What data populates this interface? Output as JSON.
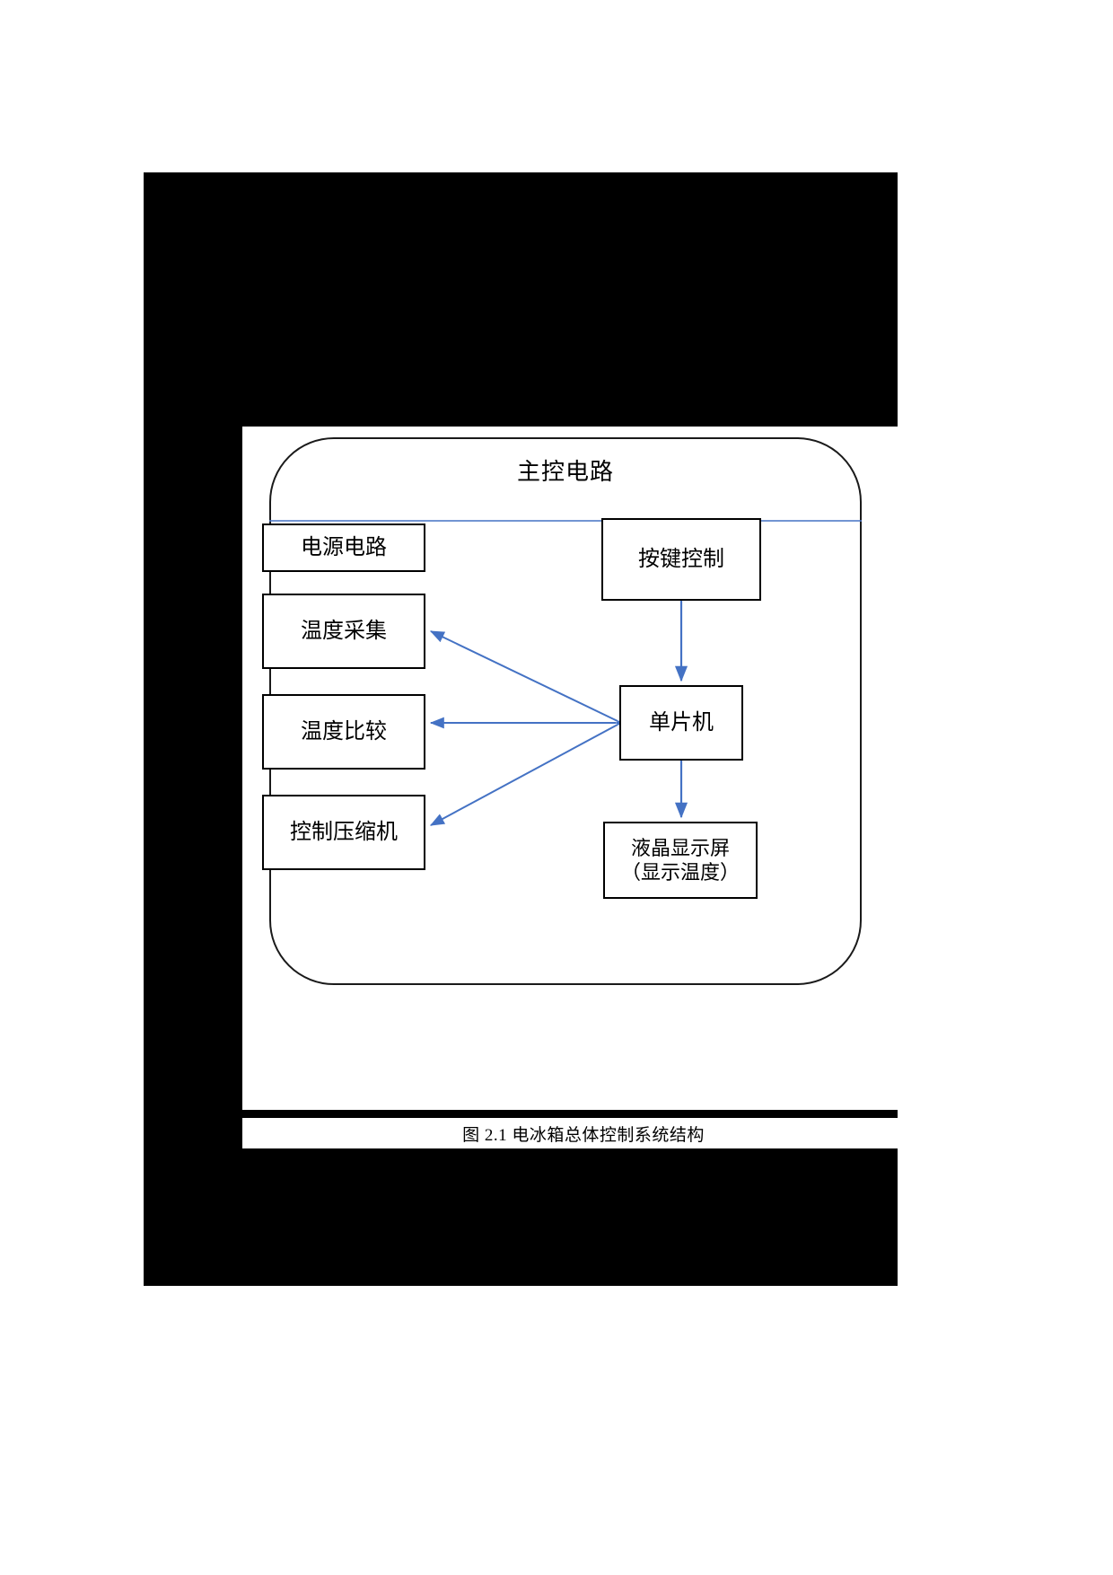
{
  "figure": {
    "caption": "图  2.1  电冰箱总体控制系统结构",
    "container_title": "主控电路",
    "accent_color": "#4472C4",
    "stroke_color": "#000000",
    "nodes": {
      "power_circuit": "电源电路",
      "temperature_acquisition": "温度采集",
      "temperature_comparison": "温度比较",
      "compressor_control": "控制压缩机",
      "key_control": "按键控制",
      "mcu": "单片机",
      "lcd_line1": "液晶显示屏",
      "lcd_line2": "（显示温度）"
    },
    "connections": [
      {
        "from": "按键控制",
        "to": "单片机",
        "direction": "one-way"
      },
      {
        "from": "单片机",
        "to": "温度采集",
        "direction": "two-way"
      },
      {
        "from": "单片机",
        "to": "温度比较",
        "direction": "two-way"
      },
      {
        "from": "单片机",
        "to": "控制压缩机",
        "direction": "two-way"
      },
      {
        "from": "单片机",
        "to": "液晶显示屏（显示温度）",
        "direction": "one-way"
      }
    ]
  }
}
